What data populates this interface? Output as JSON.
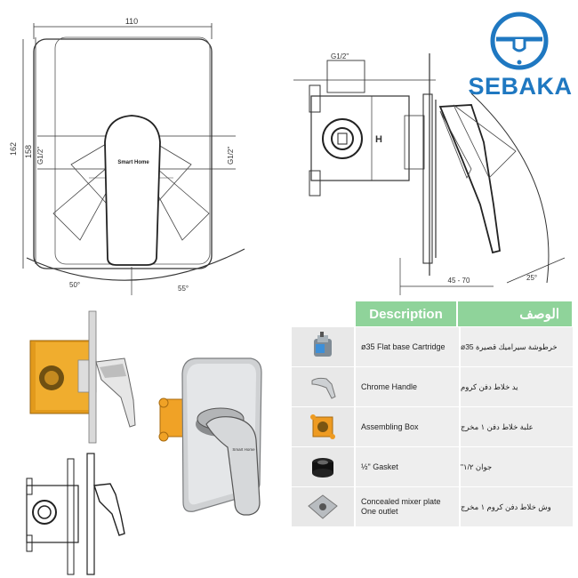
{
  "brand": {
    "name": "SEBAKA",
    "color": "#1f78c1"
  },
  "front_drawing": {
    "width_dim": "110",
    "height_dim": "162",
    "inner_height_dim": "158",
    "left_port": "G1/2\"",
    "right_port": "G1/2\"",
    "handle_brand": "Smart Home",
    "left_angle": "50°",
    "right_angle": "55°"
  },
  "side_drawing": {
    "top_port": "G1/2\"",
    "height_label": "H",
    "depth_dim": "45 - 70",
    "angle": "25°"
  },
  "product_photo": {
    "handle_brand": "Smart Home"
  },
  "table": {
    "header_en": "Description",
    "header_ar": "الوصف",
    "header_color": "#8fd39a",
    "rows": [
      {
        "icon": "cartridge-icon",
        "en": "ø35 Flat base Cartridge",
        "ar": "خرطوشة سيراميك قصيرة ø35"
      },
      {
        "icon": "handle-icon",
        "en": "Chrome Handle",
        "ar": "يد خلاط دفن كروم"
      },
      {
        "icon": "box-icon",
        "en": "Assembling Box",
        "ar": "علبة خلاط دفن ١ مخرج"
      },
      {
        "icon": "gasket-icon",
        "en": "½\" Gasket",
        "ar": "جوان ١/٢\""
      },
      {
        "icon": "plate-icon",
        "en_line1": "Concealed mixer plate",
        "en_line2": "One outlet",
        "ar": "وش خلاط دفن كروم ١ مخرج"
      }
    ]
  }
}
